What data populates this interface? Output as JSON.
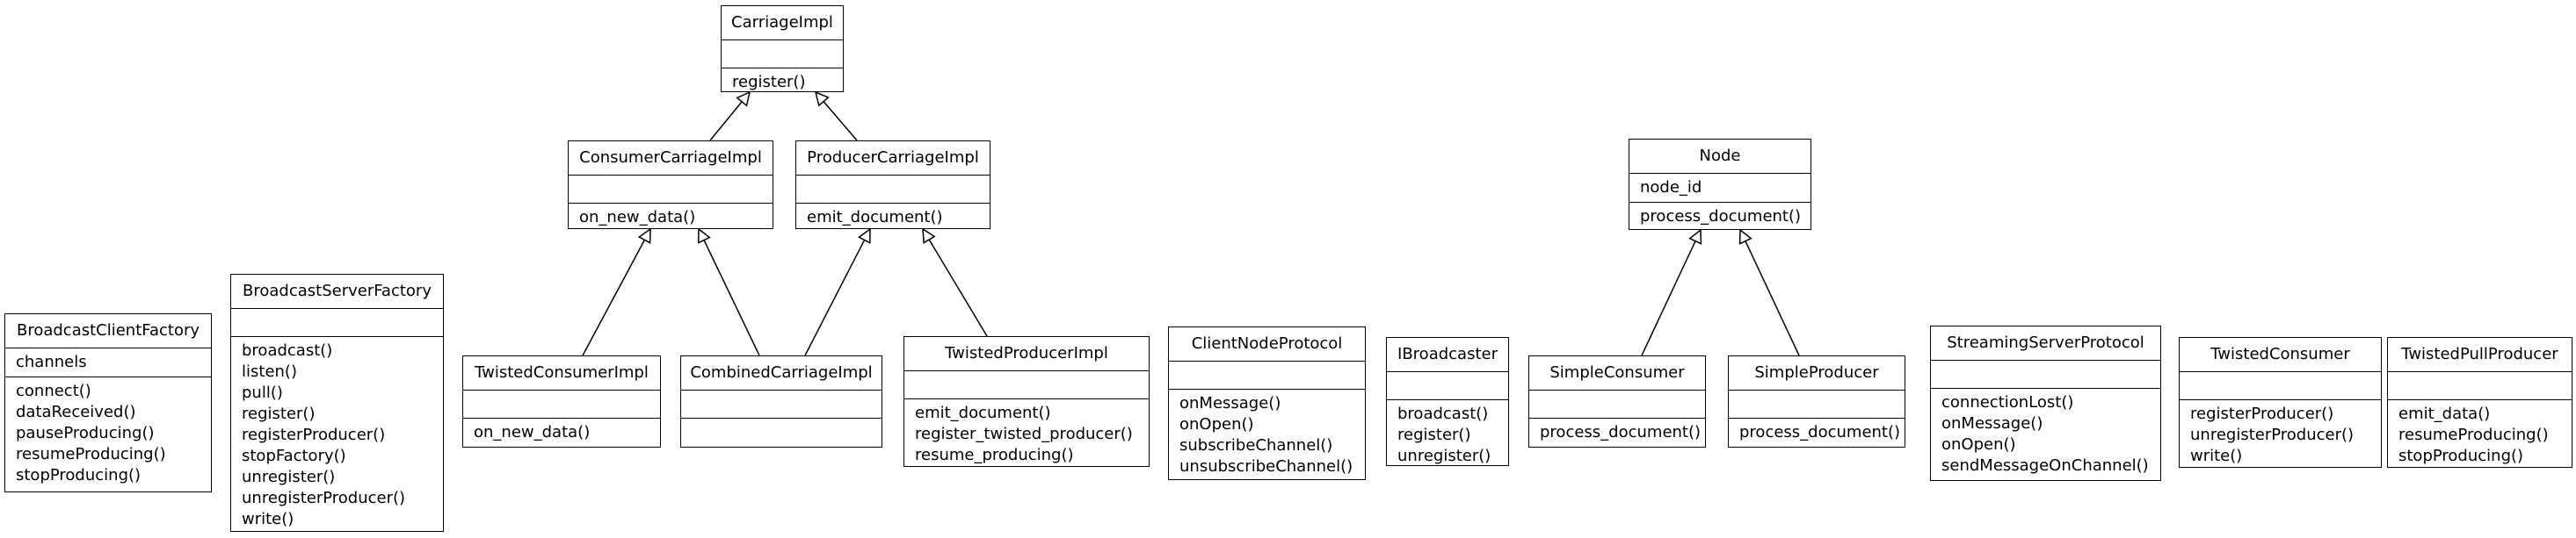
{
  "classes": {
    "carriage_impl": {
      "name": "CarriageImpl",
      "attributes": [],
      "methods": [
        "register()"
      ]
    },
    "consumer_carriage_impl": {
      "name": "ConsumerCarriageImpl",
      "attributes": [],
      "methods": [
        "on_new_data()"
      ]
    },
    "producer_carriage_impl": {
      "name": "ProducerCarriageImpl",
      "attributes": [],
      "methods": [
        "emit_document()"
      ]
    },
    "node": {
      "name": "Node",
      "attributes": [
        "node_id"
      ],
      "methods": [
        "process_document()"
      ]
    },
    "broadcast_client_factory": {
      "name": "BroadcastClientFactory",
      "attributes": [
        "channels"
      ],
      "methods": [
        "connect()",
        "dataReceived()",
        "pauseProducing()",
        "resumeProducing()",
        "stopProducing()"
      ]
    },
    "broadcast_server_factory": {
      "name": "BroadcastServerFactory",
      "attributes": [],
      "methods": [
        "broadcast()",
        "listen()",
        "pull()",
        "register()",
        "registerProducer()",
        "stopFactory()",
        "unregister()",
        "unregisterProducer()",
        "write()"
      ]
    },
    "twisted_consumer_impl": {
      "name": "TwistedConsumerImpl",
      "attributes": [],
      "methods": [
        "on_new_data()"
      ]
    },
    "combined_carriage_impl": {
      "name": "CombinedCarriageImpl",
      "attributes": [],
      "methods": []
    },
    "twisted_producer_impl": {
      "name": "TwistedProducerImpl",
      "attributes": [],
      "methods": [
        "emit_document()",
        "register_twisted_producer()",
        "resume_producing()"
      ]
    },
    "client_node_protocol": {
      "name": "ClientNodeProtocol",
      "attributes": [],
      "methods": [
        "onMessage()",
        "onOpen()",
        "subscribeChannel()",
        "unsubscribeChannel()"
      ]
    },
    "ibroadcaster": {
      "name": "IBroadcaster",
      "attributes": [],
      "methods": [
        "broadcast()",
        "register()",
        "unregister()"
      ]
    },
    "simple_consumer": {
      "name": "SimpleConsumer",
      "attributes": [],
      "methods": [
        "process_document()"
      ]
    },
    "simple_producer": {
      "name": "SimpleProducer",
      "attributes": [],
      "methods": [
        "process_document()"
      ]
    },
    "streaming_server_protocol": {
      "name": "StreamingServerProtocol",
      "attributes": [],
      "methods": [
        "connectionLost()",
        "onMessage()",
        "onOpen()",
        "sendMessageOnChannel()"
      ]
    },
    "twisted_consumer": {
      "name": "TwistedConsumer",
      "attributes": [],
      "methods": [
        "registerProducer()",
        "unregisterProducer()",
        "write()"
      ]
    },
    "twisted_pull_producer": {
      "name": "TwistedPullProducer",
      "attributes": [],
      "methods": [
        "emit_data()",
        "resumeProducing()",
        "stopProducing()"
      ]
    }
  },
  "inheritance": [
    {
      "child": "consumer_carriage_impl",
      "parent": "carriage_impl"
    },
    {
      "child": "producer_carriage_impl",
      "parent": "carriage_impl"
    },
    {
      "child": "twisted_consumer_impl",
      "parent": "consumer_carriage_impl"
    },
    {
      "child": "combined_carriage_impl",
      "parent": "consumer_carriage_impl"
    },
    {
      "child": "combined_carriage_impl",
      "parent": "producer_carriage_impl"
    },
    {
      "child": "twisted_producer_impl",
      "parent": "producer_carriage_impl"
    },
    {
      "child": "simple_consumer",
      "parent": "node"
    },
    {
      "child": "simple_producer",
      "parent": "node"
    }
  ]
}
